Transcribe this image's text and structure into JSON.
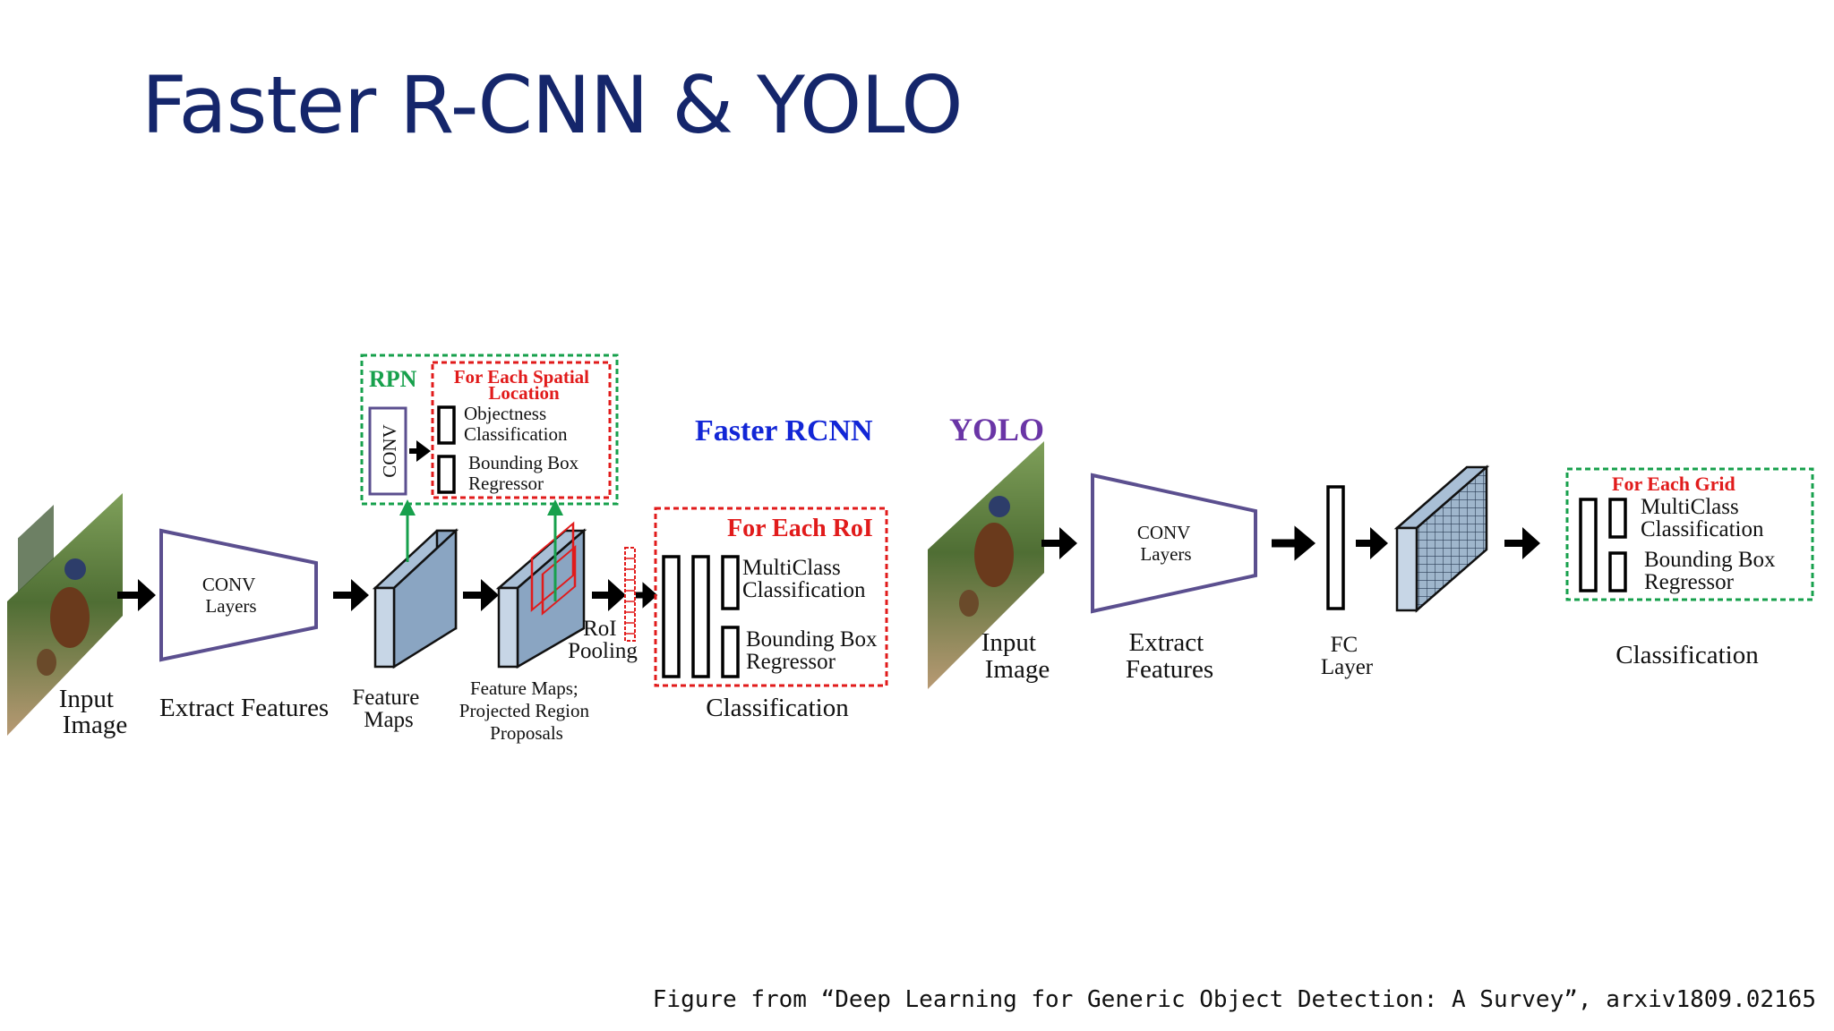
{
  "slide": {
    "title": "Faster R-CNN & YOLO",
    "caption": "Figure from “Deep Learning for Generic Object Detection: A Survey”, arxiv1809.02165"
  },
  "faster_rcnn": {
    "heading": "Faster RCNN",
    "input_label": [
      "Input",
      "Image"
    ],
    "conv_label": [
      "CONV",
      "Layers"
    ],
    "extract_label": "Extract Features",
    "feature_maps_label": [
      "Feature",
      "Maps"
    ],
    "proposals_label": [
      "Feature Maps;",
      "Projected Region",
      "Proposals"
    ],
    "roi_pooling_label": [
      "RoI",
      "Pooling"
    ],
    "rpn": {
      "label": "RPN",
      "conv": "CONV",
      "title": [
        "For Each Spatial",
        "Location"
      ],
      "objectness": [
        "Objectness",
        "Classification"
      ],
      "bbox": [
        "Bounding Box",
        "Regressor"
      ]
    },
    "roi_box": {
      "title": "For Each RoI",
      "multiclass": [
        "MultiClass",
        "Classification"
      ],
      "bbox": [
        "Bounding Box",
        "Regressor"
      ]
    },
    "classification_label": "Classification"
  },
  "yolo": {
    "heading": "YOLO",
    "input_label": [
      "Input",
      "Image"
    ],
    "conv_label": [
      "CONV",
      "Layers"
    ],
    "extract_label": [
      "Extract",
      "Features"
    ],
    "fc_label": [
      "FC",
      "Layer"
    ],
    "grid_box": {
      "title": "For Each Grid",
      "multiclass": [
        "MultiClass",
        "Classification"
      ],
      "bbox": [
        "Bounding Box",
        "Regressor"
      ]
    },
    "classification_label": "Classification"
  },
  "colors": {
    "title": "#15266b",
    "faster_rcnn_heading": "#1226d6",
    "yolo_heading": "#6a35a6",
    "rpn_green": "#17a04c",
    "highlight_red": "#e11b1b",
    "feature_map_blue": "#c7d6e6",
    "conv_trapezoid_border": "#5b4f8f"
  }
}
